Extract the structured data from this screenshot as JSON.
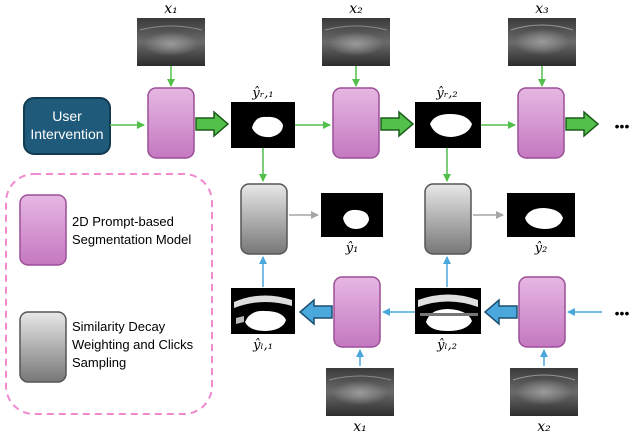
{
  "intervention": {
    "line1": "User",
    "line2": "Intervention"
  },
  "inputs_top": [
    "x₁",
    "x₂",
    "x₃"
  ],
  "inputs_bottom": [
    "x₁",
    "x₂"
  ],
  "outputs_r": [
    "ŷᵣ,₁",
    "ŷᵣ,₂"
  ],
  "outputs_final": [
    "ŷ₁",
    "ŷ₂"
  ],
  "outputs_l": [
    "ŷₗ,₁",
    "ŷₗ,₂"
  ],
  "ellipsis": "•••",
  "legend": {
    "seg_line1": "2D Prompt-based",
    "seg_line2": "Segmentation Model",
    "sim_line1": "Similarity Decay",
    "sim_line2": "Weighting and Clicks",
    "sim_line3": "Sampling"
  },
  "colors": {
    "seg_fill": "#cc88c8",
    "seg_stroke": "#9b4f97",
    "sim_stroke": "#555555",
    "intervention_fill": "#1f5a7a",
    "green": "#52c04a",
    "blue": "#4aa8dc",
    "gray_arrow": "#a6a6a6",
    "legend_border": "#f08ad0"
  }
}
